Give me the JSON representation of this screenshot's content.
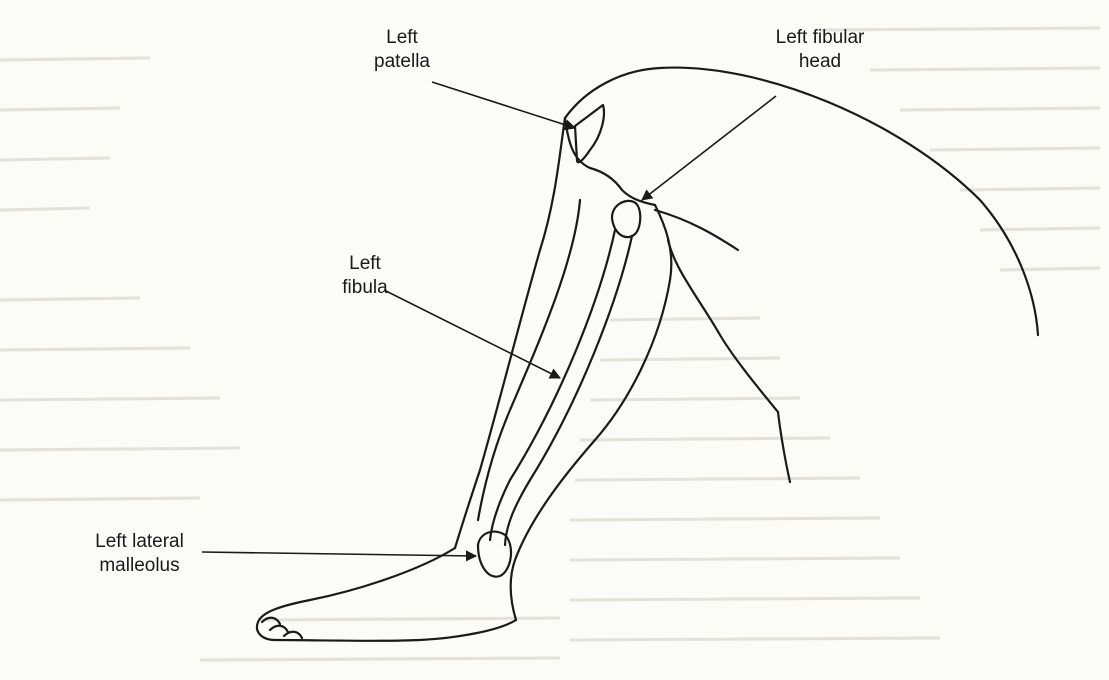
{
  "labels": {
    "patella": {
      "line1": "Left",
      "line2": "patella"
    },
    "fibular_head": {
      "line1": "Left fibular",
      "line2": "head"
    },
    "fibula": {
      "line1": "Left",
      "line2": "fibula"
    },
    "lateral_malleolus": {
      "line1": "Left lateral",
      "line2": "malleolus"
    }
  },
  "colors": {
    "paper": "#fbfbf7",
    "ink": "#1a1a1a",
    "bleed": "#dcdcd4"
  }
}
